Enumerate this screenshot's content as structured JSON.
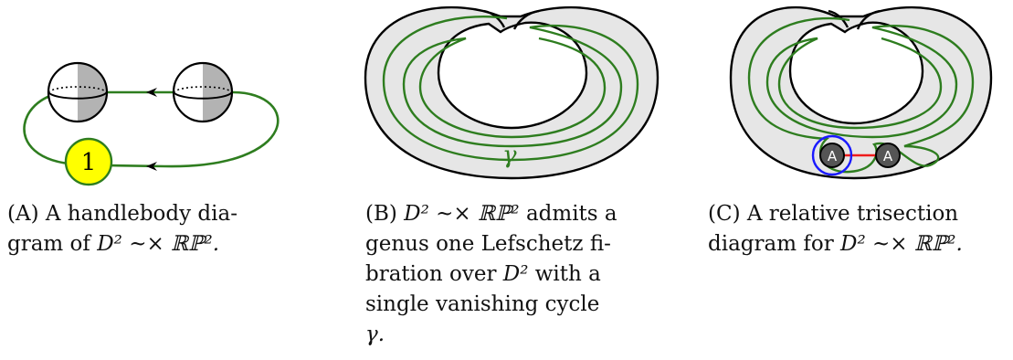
{
  "panel_a": {
    "handle_label": "1",
    "caption_tag": "(A)",
    "caption_line1": "A handlebody dia-",
    "caption_line2_pre": "gram of ",
    "caption_math": "D² ~× ℝℙ².",
    "colors": {
      "curve": "#2e7d1f",
      "handle_fill": "#ffff00",
      "sphere_shade": "#b3b3b3"
    }
  },
  "panel_b": {
    "gamma_label": "γ",
    "caption_tag": "(B)",
    "caption_line1_math": "D² ~× ℝℙ²",
    "caption_line1_rest": " admits a",
    "caption_line2": "genus one Lefschetz fi-",
    "caption_line3_pre": "bration over ",
    "caption_line3_math": "D²",
    "caption_line3_rest": " with a",
    "caption_line4": "single vanishing cycle",
    "caption_line5": "γ.",
    "colors": {
      "surface": "#e6e6e6",
      "curve": "#2e7d1f"
    }
  },
  "panel_c": {
    "point_label_1": "A",
    "point_label_2": "A",
    "caption_tag": "(C)",
    "caption_line1": "A relative trisection",
    "caption_line2_pre": "diagram for ",
    "caption_math": "D² ~× ℝℙ².",
    "colors": {
      "surface": "#e6e6e6",
      "curve": "#2e7d1f",
      "blue_circle": "#1a1aff",
      "red_arc": "#ee1c1c",
      "point_fill": "#555555"
    }
  }
}
